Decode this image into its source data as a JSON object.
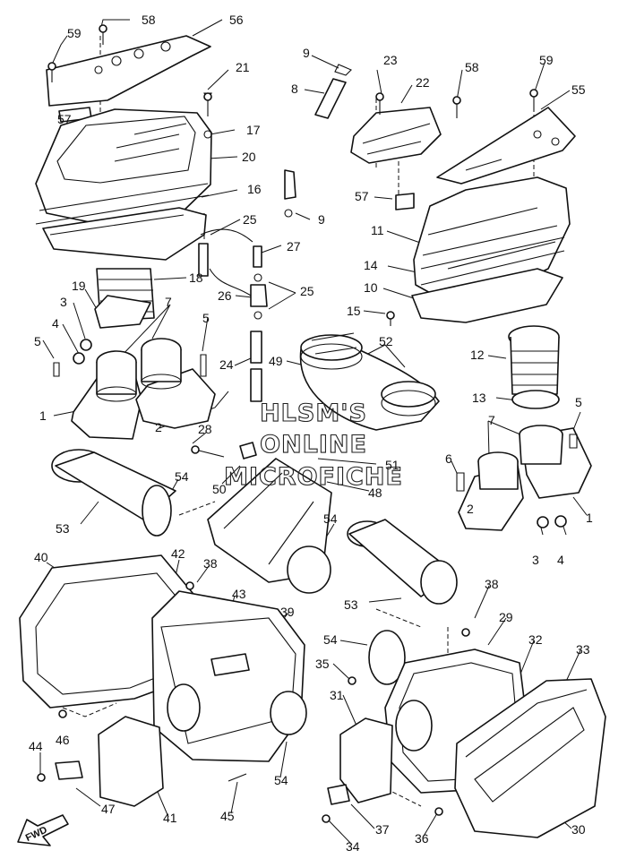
{
  "watermark": {
    "line1": "HLSM'S",
    "line2": "ONLINE",
    "line3": "MICROFICHE"
  },
  "fwd_label": "FWD",
  "part_labels": [
    "59",
    "58",
    "56",
    "9",
    "21",
    "8",
    "23",
    "22",
    "58",
    "59",
    "55",
    "17",
    "20",
    "16",
    "57",
    "57",
    "9",
    "25",
    "27",
    "11",
    "18",
    "14",
    "19",
    "7",
    "26",
    "25",
    "10",
    "3",
    "15",
    "5",
    "12",
    "4",
    "52",
    "5",
    "24",
    "49",
    "13",
    "5",
    "1",
    "7",
    "28",
    "2",
    "6",
    "51",
    "50",
    "48",
    "1",
    "54",
    "53",
    "2",
    "3",
    "4",
    "54",
    "40",
    "42",
    "38",
    "43",
    "39",
    "53",
    "38",
    "54",
    "29",
    "32",
    "33",
    "35",
    "31",
    "45",
    "44",
    "46",
    "47",
    "41",
    "54",
    "37",
    "36",
    "34",
    "30"
  ]
}
